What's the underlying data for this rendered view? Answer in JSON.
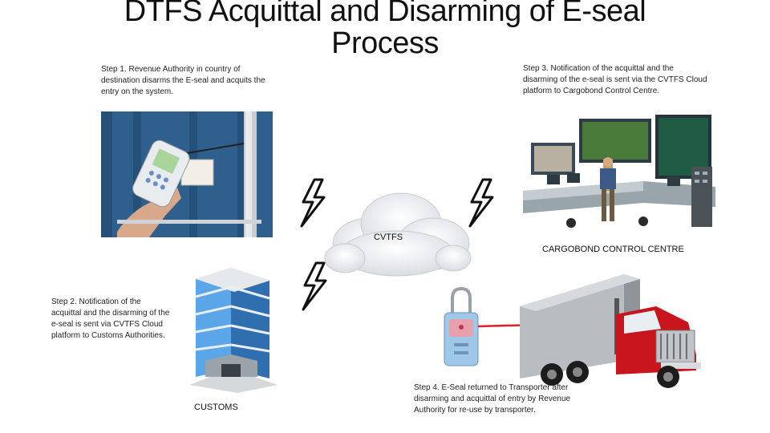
{
  "title": "DTFS Acquittal and Disarming of E-seal Process",
  "steps": {
    "step1": "Step 1. Revenue Authority in country of destination disarms the E-seal and acquits the entry on the system.",
    "step2": "Step 2. Notification of the acquittal and the disarming of the e-seal is sent via CVTFS Cloud platform to Customs Authorities.",
    "step3": "Step 3. Notification of the acquittal and the disarming of the e-seal is sent via the CVTFS Cloud platform to Cargobond Control Centre.",
    "step4": "Step 4. E-Seal returned to Transporter after disarming and acquittal of entry by Revenue Authority for re-use by transporter."
  },
  "labels": {
    "cloud": "CVTFS",
    "control_centre": "CARGOBOND CONTROL CENTRE",
    "customs": "CUSTOMS"
  },
  "icons": [
    "handheld-scanner-photo",
    "lightning-icon",
    "cloud-icon",
    "control-room-illustration",
    "office-building-icon",
    "e-seal-device-icon",
    "truck-icon"
  ],
  "colors": {
    "arrow": "#e02020",
    "truck_cab": "#c8141c",
    "building_glass": "#5aa6e8"
  }
}
